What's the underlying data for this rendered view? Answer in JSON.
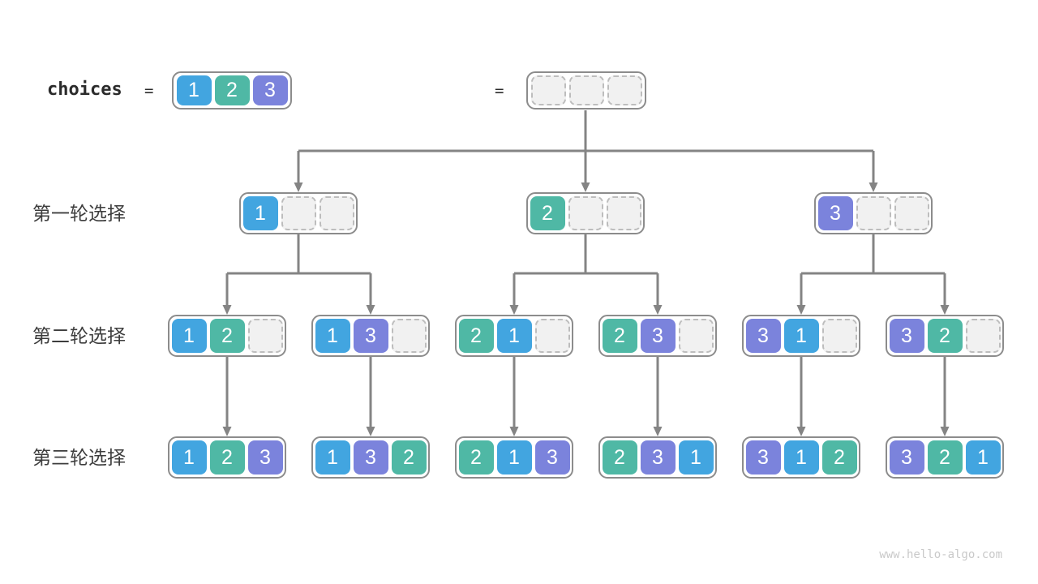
{
  "page": {
    "watermark": "www.hello-algo.com"
  },
  "colors": {
    "v1": "#42a5e0",
    "v2": "#4fb8a5",
    "v3": "#7b83dc",
    "empty_fill": "#f1f1f1",
    "empty_border": "#bdbdbd",
    "box_border": "#8c8c8c",
    "arrow": "#848484",
    "label_text": "#3d3d3d",
    "header_text": "#2b2b2b",
    "cell_text": "#ffffff",
    "watermark_text": "#c9c9c9"
  },
  "header": {
    "choices_label": "choices",
    "equals": "=",
    "choices": [
      "1",
      "2",
      "3"
    ],
    "state": [
      "",
      "",
      ""
    ]
  },
  "rows": [
    {
      "label": "第一轮选择",
      "boxes": [
        [
          "1",
          "",
          ""
        ],
        [
          "2",
          "",
          ""
        ],
        [
          "3",
          "",
          ""
        ]
      ]
    },
    {
      "label": "第二轮选择",
      "boxes": [
        [
          "1",
          "2",
          ""
        ],
        [
          "1",
          "3",
          ""
        ],
        [
          "2",
          "1",
          ""
        ],
        [
          "2",
          "3",
          ""
        ],
        [
          "3",
          "1",
          ""
        ],
        [
          "3",
          "2",
          ""
        ]
      ]
    },
    {
      "label": "第三轮选择",
      "boxes": [
        [
          "1",
          "2",
          "3"
        ],
        [
          "1",
          "3",
          "2"
        ],
        [
          "2",
          "1",
          "3"
        ],
        [
          "2",
          "3",
          "1"
        ],
        [
          "3",
          "1",
          "2"
        ],
        [
          "3",
          "2",
          "1"
        ]
      ]
    }
  ]
}
